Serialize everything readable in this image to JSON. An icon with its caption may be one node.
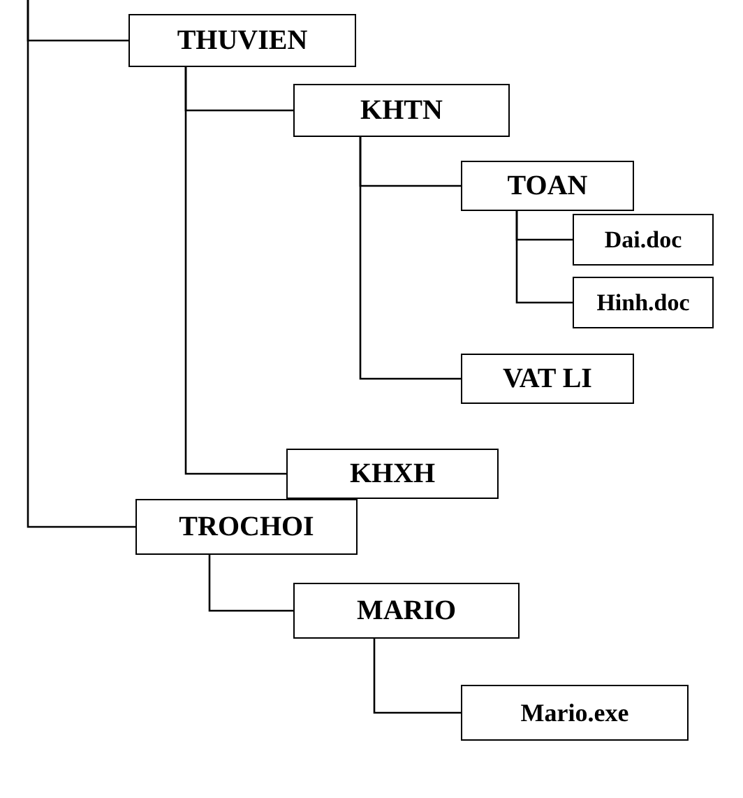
{
  "diagram": {
    "nodes": [
      {
        "text": [
          "THUVIEN"
        ]
      },
      {
        "text": [
          "KHTN"
        ]
      },
      {
        "text": [
          "TOAN"
        ]
      },
      {
        "text": [
          "Dai.doc"
        ]
      },
      {
        "text": [
          "Hinh.doc"
        ]
      },
      {
        "text": [
          "VAT LI"
        ]
      },
      {
        "text": [
          "KHXH"
        ]
      },
      {
        "text": [
          "TROCHOI"
        ]
      },
      {
        "text": [
          "MARIO"
        ]
      },
      {
        "text": [
          "Mario.exe"
        ]
      }
    ],
    "edges": [
      {
        "from": null,
        "to": 0,
        "arrow": "none"
      },
      {
        "from": 0,
        "to": 1,
        "arrow": "none"
      },
      {
        "from": 1,
        "to": 2,
        "arrow": "none"
      },
      {
        "from": 2,
        "to": 3,
        "arrow": "none"
      },
      {
        "from": 2,
        "to": 4,
        "arrow": "none"
      },
      {
        "from": 1,
        "to": 5,
        "arrow": "none"
      },
      {
        "from": 0,
        "to": 6,
        "arrow": "none"
      },
      {
        "from": null,
        "to": 7,
        "arrow": "none"
      },
      {
        "from": 7,
        "to": 8,
        "arrow": "none"
      },
      {
        "from": 8,
        "to": 9,
        "arrow": "none"
      }
    ]
  }
}
